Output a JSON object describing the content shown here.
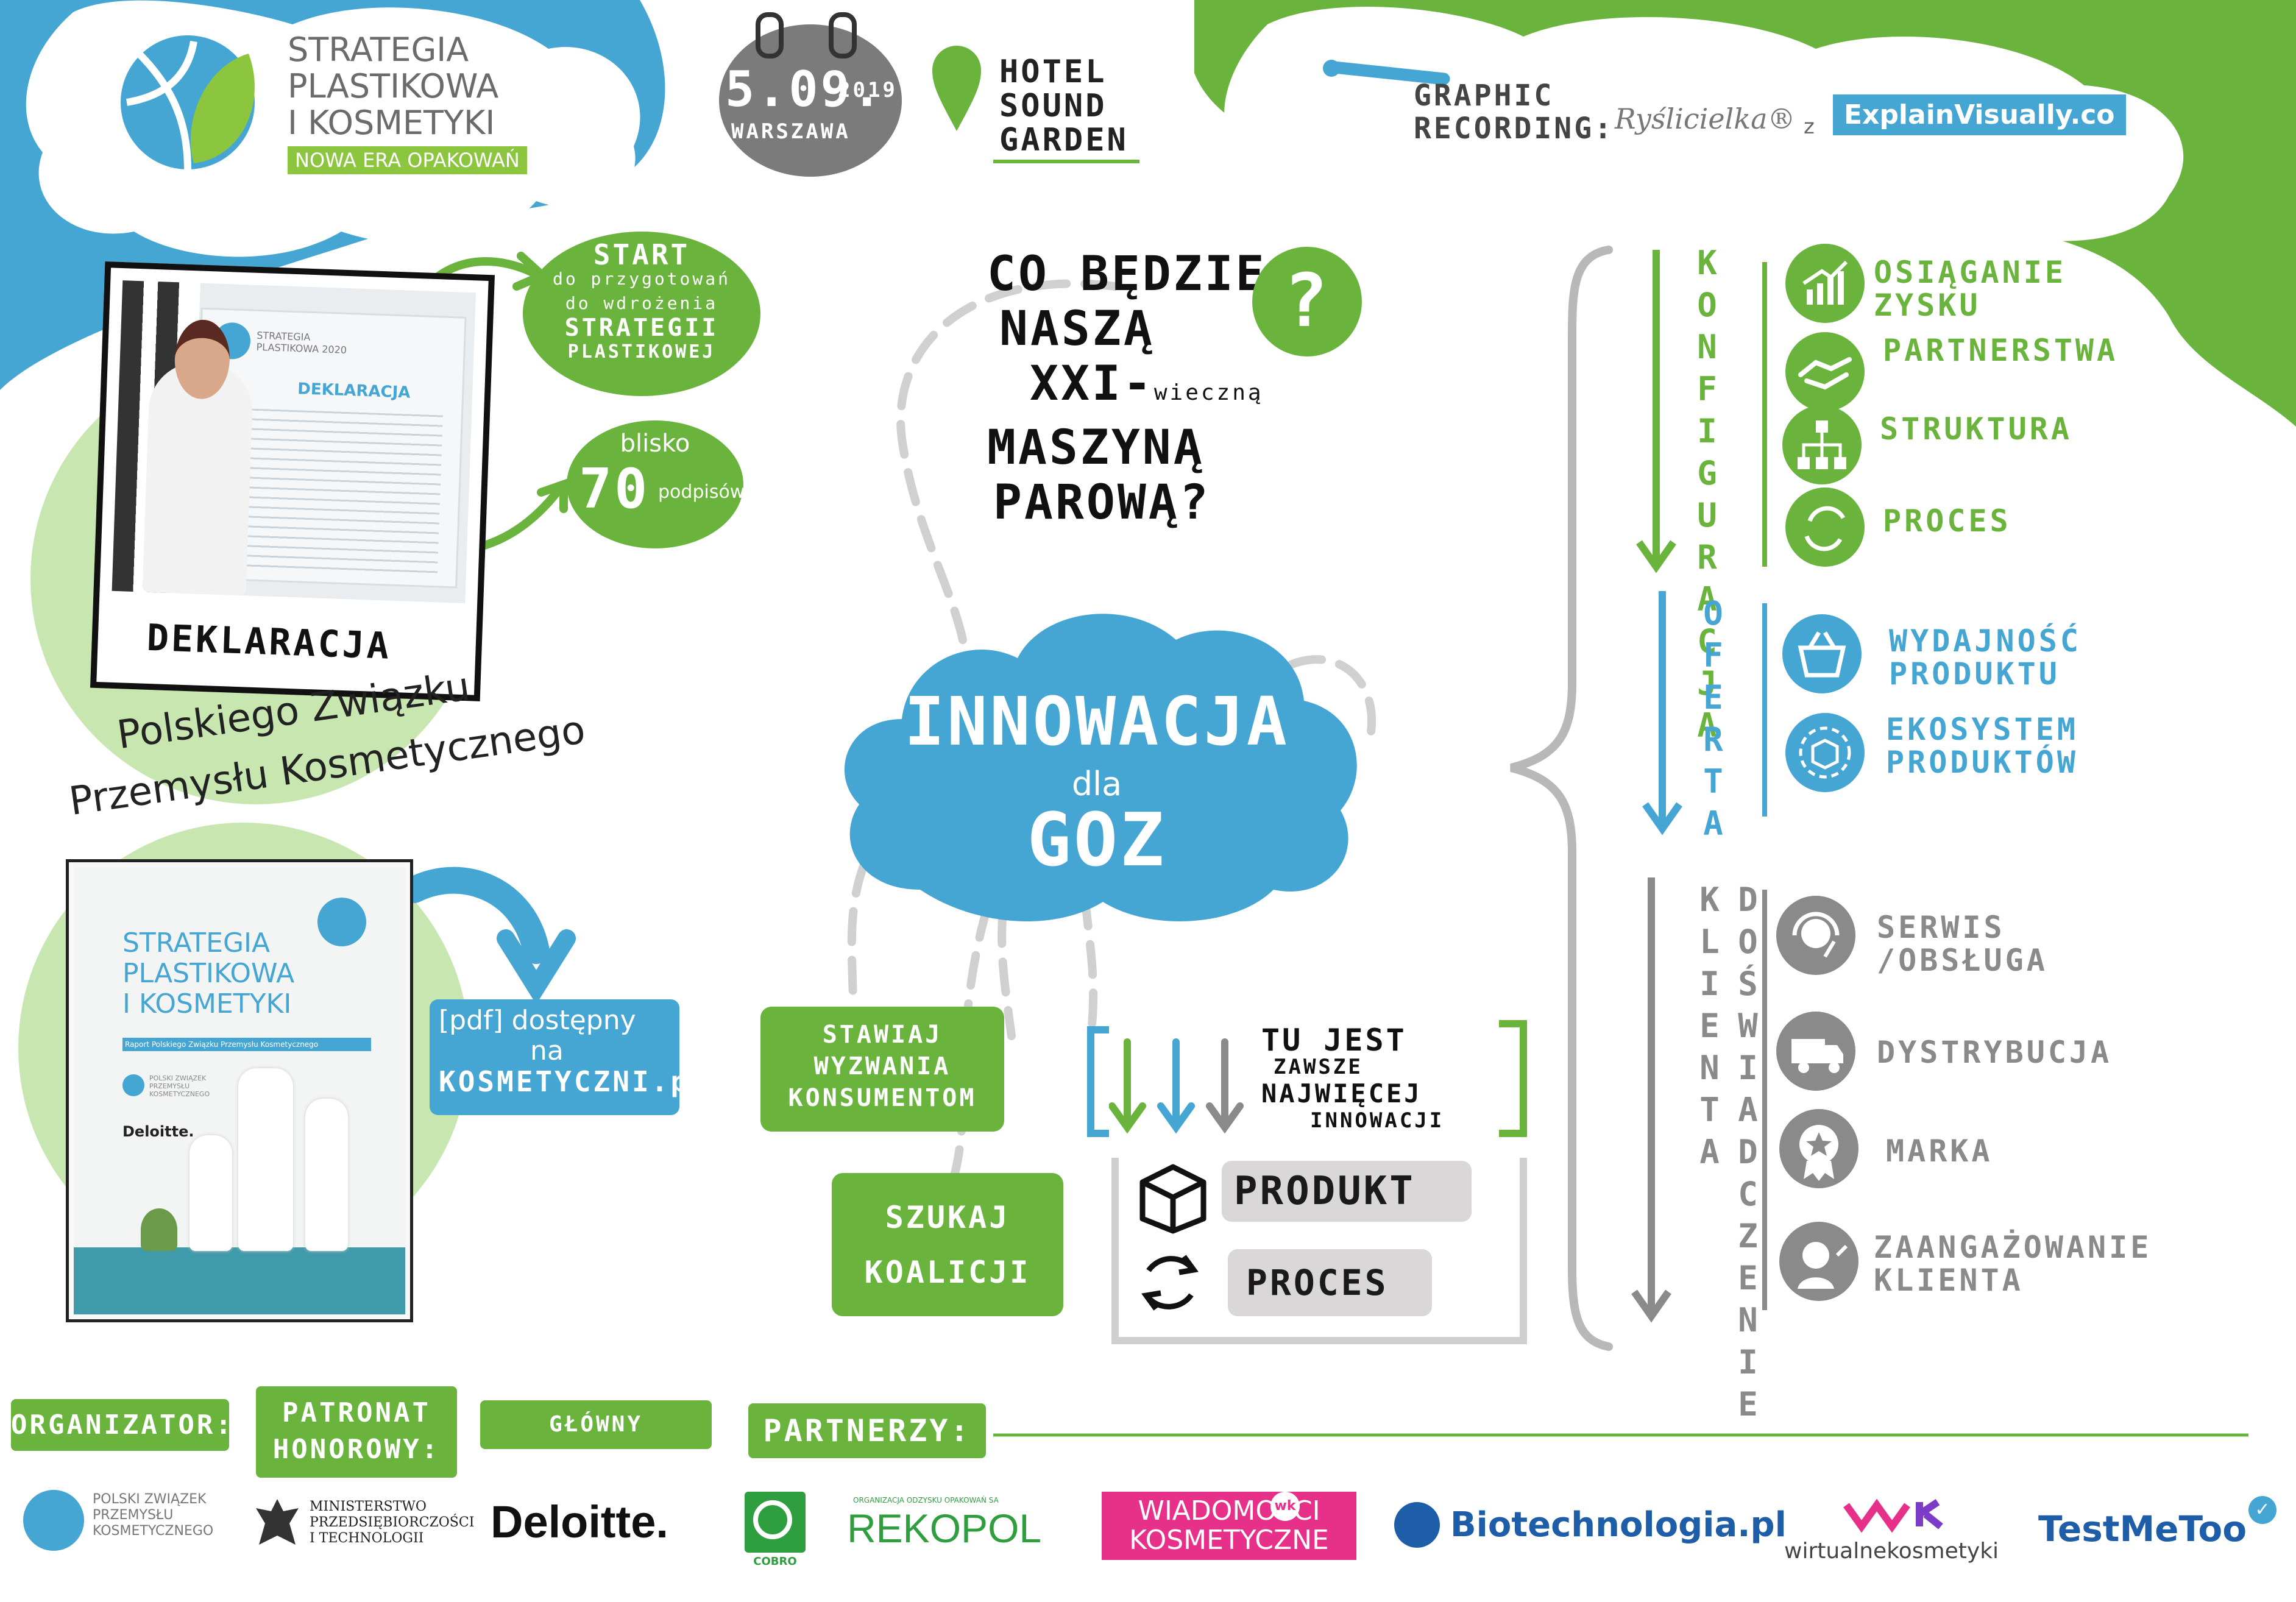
{
  "header": {
    "logo_line1": "STRATEGIA",
    "logo_line2": "PLASTIKOWA",
    "logo_line3": "I KOSMETYKI",
    "logo_tagline": "NOWA ERA OPAKOWAŃ",
    "date_day": "5.09.",
    "date_year": "2019",
    "date_city": "WARSZAWA",
    "venue_line1": "HOTEL",
    "venue_line2": "SOUND",
    "venue_line3": "GARDEN",
    "recording_line1": "GRAPHIC",
    "recording_line2": "RECORDING:",
    "recording_author": "Ryślicielka®",
    "recording_z": "z",
    "recording_brand": "ExplainVisually.co"
  },
  "left": {
    "start_bubble": [
      "START",
      "do przygotowań",
      "do wdrożenia",
      "STRATEGII",
      "PLASTIKOWEJ"
    ],
    "signatures_top": "blisko",
    "signatures_number": "70",
    "signatures_word": "podpisów",
    "photo_caption": "DEKLARACJA",
    "declaration_line1": "Polskiego Związku",
    "declaration_line2": "Przemysłu Kosmetycznego",
    "poster_title": "DEKLARACJA",
    "poster_brand": "STRATEGIA PLASTIKOWA 2020",
    "report_line1": "STRATEGIA",
    "report_line2": "PLASTIKOWA",
    "report_line3": "I KOSMETYKI",
    "report_subtitle": "Raport Polskiego Związku Przemysłu Kosmetycznego",
    "report_org": "POLSKI ZWIĄZEK PRZEMYSŁU KOSMETYCZNEGO",
    "report_deloitte": "Deloitte.",
    "pdf_line1": "[pdf] dostępny",
    "pdf_line2": "na",
    "pdf_line3": "KOSMETYCZNI.pl"
  },
  "center": {
    "question_lines": [
      "CO BĘDZIE",
      "NASZĄ",
      "XXI-",
      "wieczną",
      "MASZYNĄ",
      "PAROWĄ?"
    ],
    "question_mark": "?",
    "cloud_line1": "INNOWACJA",
    "cloud_line2": "dla",
    "cloud_line3": "GOZ",
    "challenge_label": "STAWIAJ WYZWANIA KONSUMENTOM",
    "coalition_label": "SZUKAJ KOALICJI",
    "innov_line1": "TU JEST",
    "innov_line2": "ZAWSZE",
    "innov_line3": "NAJWIĘCEJ",
    "innov_line4": "INNOWACJI",
    "produkt": "PRODUKT",
    "proces": "PROCES"
  },
  "right": {
    "sections": [
      {
        "title": "KONFIGURACJA",
        "color": "#6ab43e",
        "items": [
          "OSIĄGANIE ZYSKU",
          "PARTNERSTWA",
          "STRUKTURA",
          "PROCES"
        ]
      },
      {
        "title": "OFERTA",
        "color": "#46a6d3",
        "items": [
          "WYDAJNOŚĆ PRODUKTU",
          "EKOSYSTEM PRODUKTÓW"
        ]
      },
      {
        "title": "DOŚWIADCZENIE KLIENTA",
        "color": "#8a8a8a",
        "items": [
          "SERWIS /OBSŁUGA",
          "DYSTRYBUCJA",
          "MARKA",
          "ZAANGAŻOWANIE KLIENTA"
        ]
      }
    ]
  },
  "footer": {
    "organizer": "ORGANIZATOR:",
    "patronage_line1": "PATRONAT",
    "patronage_line2": "HONOROWY:",
    "main_partner": "GŁÓWNY PARTNER:",
    "partners": "PARTNERZY:",
    "logos": {
      "pzpk": "POLSKI ZWIĄZEK PRZEMYSŁU KOSMETYCZNEGO",
      "ministry_line1": "MINISTERSTWO",
      "ministry_line2": "PRZEDSIĘBIORCZOŚCI",
      "ministry_line3": "I TECHNOLOGII",
      "deloitte": "Deloitte.",
      "cobro": "COBRO",
      "rekopol_top": "ORGANIZACJA ODZYSKU OPAKOWAŃ SA",
      "rekopol": "REKOPOL",
      "wk_line1": "WIADOMOŚCI",
      "wk_line2": "KOSMETYCZNE",
      "wk_badge": "wk",
      "biotech": "Biotechnologia.pl",
      "wirtualne": "wirtualnekosmetyki",
      "testmetoo": "TestMeToo"
    }
  },
  "colors": {
    "green": "#6ab43e",
    "blue": "#46a6d3",
    "grey": "#8a8a8a",
    "light_green": "#c8e6b0",
    "pink": "#e6308a"
  }
}
